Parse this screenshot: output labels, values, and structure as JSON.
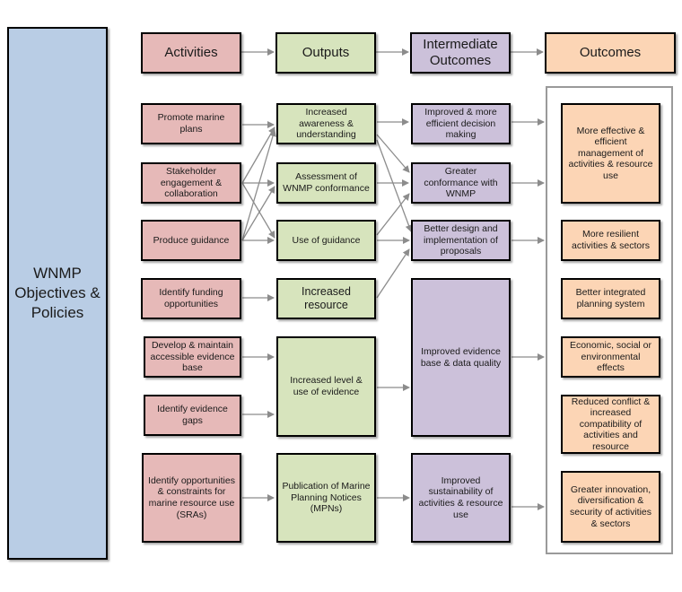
{
  "main_box": "WNMP Objectives & Policies",
  "headers": {
    "activities": "Activities",
    "outputs": "Outputs",
    "intermediate": "Intermediate Outcomes",
    "outcomes": "Outcomes"
  },
  "activities": [
    "Promote marine plans",
    "Stakeholder engagement & collaboration",
    "Produce guidance",
    "Identify funding opportunities",
    "Develop & maintain accessible evidence base",
    "Identify evidence gaps",
    "Identify opportunities & constraints for marine resource use (SRAs)"
  ],
  "outputs": [
    "Increased awareness & understanding",
    "Assessment of WNMP conformance",
    "Use of guidance",
    "Increased resource",
    "Increased level & use of evidence",
    "Publication of Marine Planning Notices (MPNs)"
  ],
  "intermediate": [
    "Improved & more efficient decision making",
    "Greater conformance with WNMP",
    "Better design and implementation of proposals",
    "Improved evidence base & data quality",
    "Improved sustainability of activities & resource use"
  ],
  "outcomes": [
    "More effective & efficient management of activities & resource use",
    "More resilient activities & sectors",
    "Better integrated planning system",
    "Economic, social or environmental effects",
    "Reduced conflict & increased compatibility of activities and resource",
    "Greater innovation, diversification & security of activities & sectors"
  ],
  "colors": {
    "activities": "#e6b9b8",
    "outputs": "#d7e4bd",
    "intermediate": "#ccc1da",
    "outcomes": "#fcd5b5",
    "objectives": "#b9cde5",
    "connector": "#8c8c8c"
  }
}
